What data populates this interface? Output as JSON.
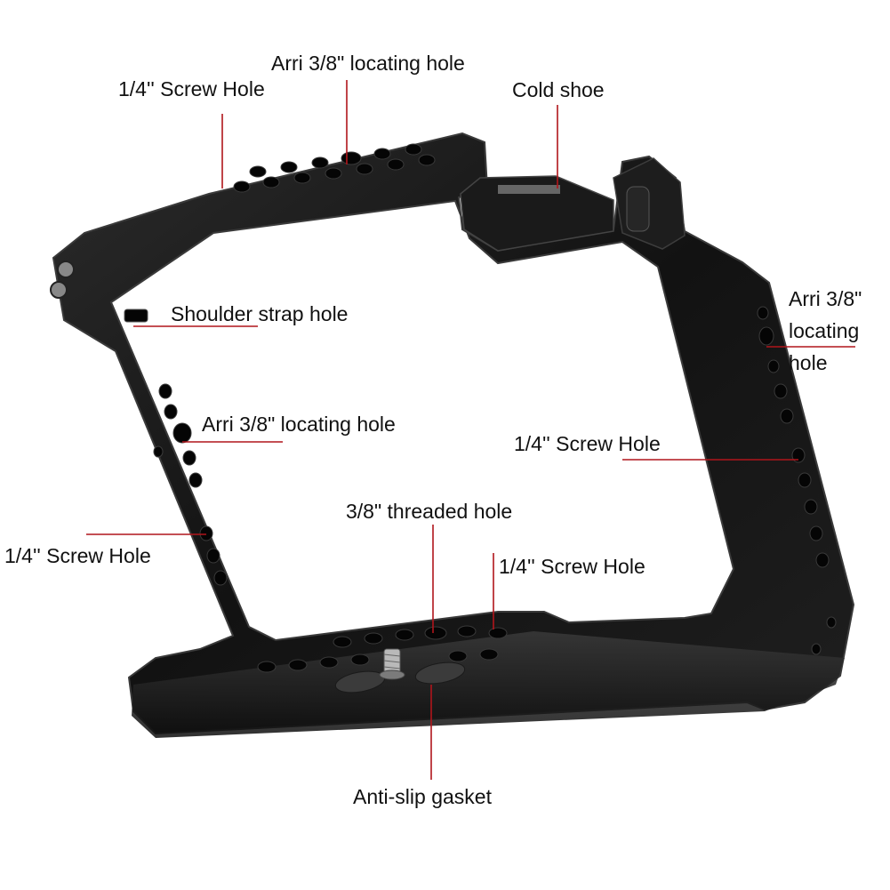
{
  "callouts": {
    "arri_top": "Arri 3/8\" locating hole",
    "screw_top": "1/4'' Screw Hole",
    "cold_shoe": "Cold shoe",
    "arri_right": "Arri 3/8\" locating hole",
    "shoulder_strap": "Shoulder strap hole",
    "arri_left": "Arri 3/8\" locating hole",
    "screw_right": "1/4'' Screw Hole",
    "threaded": "3/8\" threaded hole",
    "screw_left": "1/4'' Screw Hole",
    "screw_bottom": "1/4'' Screw Hole",
    "anti_slip": "Anti-slip gasket"
  },
  "colors": {
    "leader_line": "#b0151b",
    "cage_body": "#141414",
    "cage_edge": "#3a3a3a",
    "background": "#ffffff"
  }
}
